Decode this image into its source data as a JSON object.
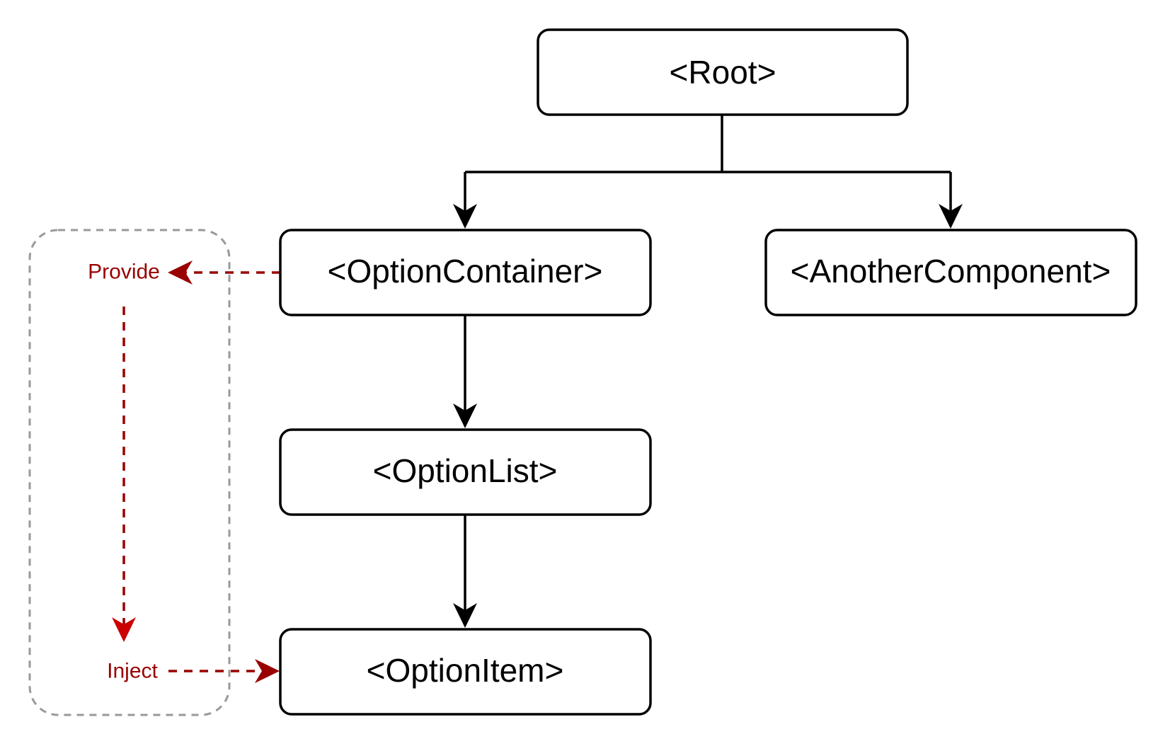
{
  "colors": {
    "node_stroke": "#000000",
    "node_fill": "#ffffff",
    "edge": "#000000",
    "provide_inject": "#990000",
    "provide_inject_arrow": "#cc0000",
    "group_border": "#999999"
  },
  "nodes": {
    "root": {
      "label": "<Root>"
    },
    "option_container": {
      "label": "<OptionContainer>"
    },
    "another_component": {
      "label": "<AnotherComponent>"
    },
    "option_list": {
      "label": "<OptionList>"
    },
    "option_item": {
      "label": "<OptionItem>"
    }
  },
  "annotations": {
    "provide": {
      "label": "Provide"
    },
    "inject": {
      "label": "Inject"
    }
  }
}
